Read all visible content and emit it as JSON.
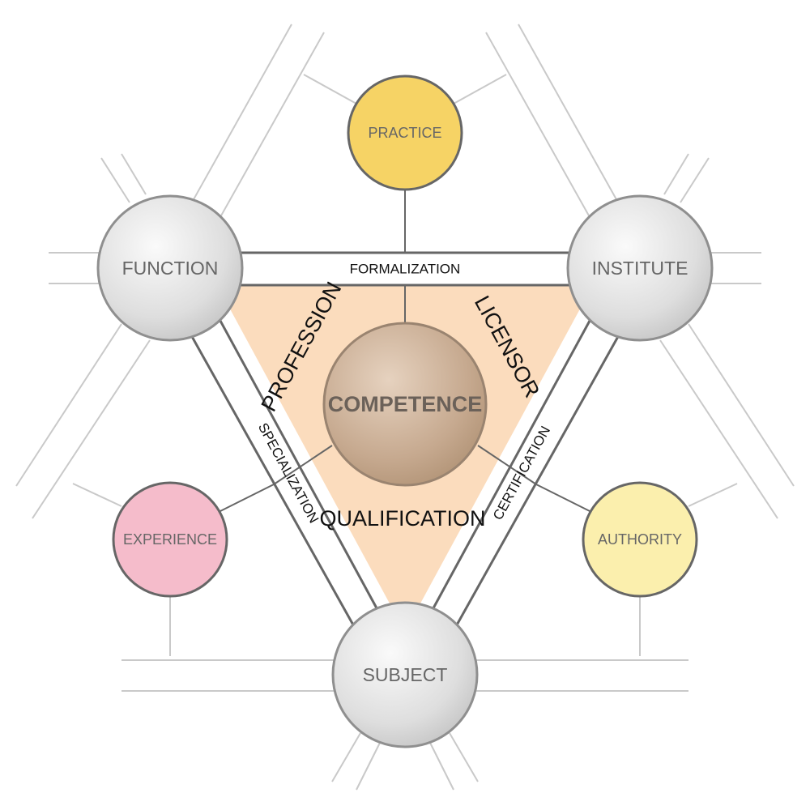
{
  "nodes": {
    "practice": "PRACTICE",
    "function": "FUNCTION",
    "institute": "INSTITUTE",
    "competence": "COMPETENCE",
    "experience": "EXPERIENCE",
    "authority": "AUTHORITY",
    "subject": "SUBJECT"
  },
  "bands": {
    "formalization": "FORMALIZATION",
    "specialization": "SPECIALIZATION",
    "certification": "CERTIFICATION"
  },
  "triangle_labels": {
    "profession": "PROFESSION",
    "licensor": "LICENSOR",
    "qualification": "QUALIFICATION"
  },
  "colors": {
    "practice": "#f6d365",
    "experience": "#f5bccb",
    "authority": "#fbefad",
    "triangle": "#fbdcbd",
    "core": "#c8ab93",
    "grey_node": "#e2e2e2"
  }
}
